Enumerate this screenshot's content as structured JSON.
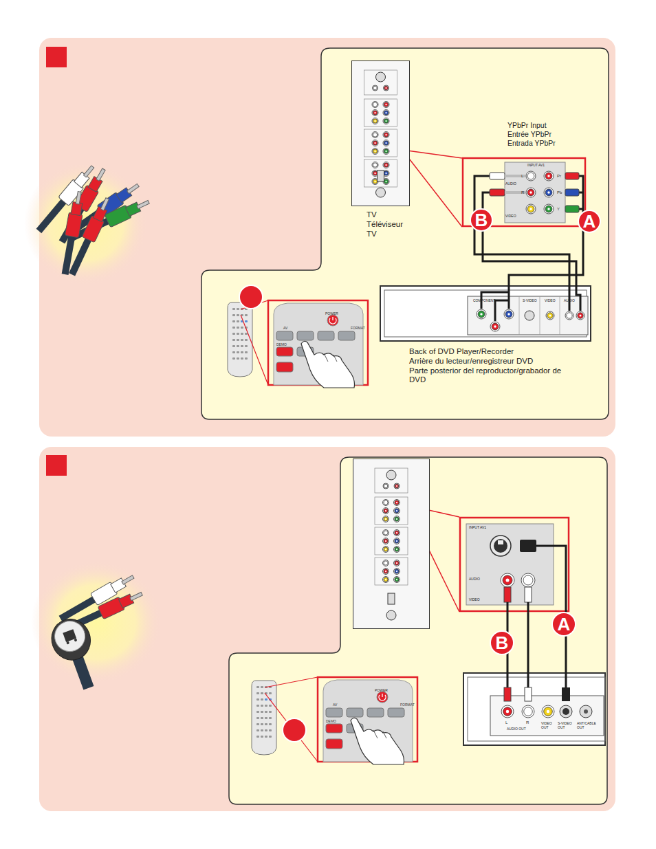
{
  "diagram": {
    "nodes": [
      {
        "text": [
          "TV",
          "Téléviseur",
          "TV"
        ]
      },
      {
        "text": [
          "YPbPr Input",
          "Entrée YPbPr",
          "Entrada YPbPr",
          "INPUT AV1",
          "AUDIO",
          "VIDEO"
        ]
      },
      {
        "text": [
          "B"
        ]
      },
      {
        "text": [
          "A"
        ]
      },
      {
        "text": [
          "Back of DVD Player/Recorder",
          "Arrière du lecteur/enregistreur DVD",
          "Parte posterior del reproductor/grabador de DVD",
          "COMPONENT",
          "S-VIDEO",
          "VIDEO",
          "AUDIO"
        ]
      },
      {
        "text": [
          "INPUT AV1",
          "AUDIO",
          "VIDEO"
        ]
      },
      {
        "text": [
          "A"
        ]
      },
      {
        "text": [
          "B"
        ]
      },
      {
        "text": [
          "AUDIO OUT",
          "VIDEO OUT",
          "S-VIDEO OUT",
          "ANT/CABLE OUT"
        ]
      }
    ],
    "edges": [
      {
        "from": 4,
        "to": 1,
        "arrow": "none"
      },
      {
        "from": 4,
        "to": 1,
        "arrow": "none"
      },
      {
        "from": 8,
        "to": 5,
        "arrow": "none"
      },
      {
        "from": 8,
        "to": 5,
        "arrow": "none"
      }
    ],
    "labels": [
      "L",
      "R",
      "Pr",
      "Pb",
      "Y",
      "POWER",
      "FORMAT",
      "AV",
      "DEMO",
      "L",
      "R",
      "POWER",
      "FORMAT",
      "AV",
      "DEMO"
    ]
  }
}
